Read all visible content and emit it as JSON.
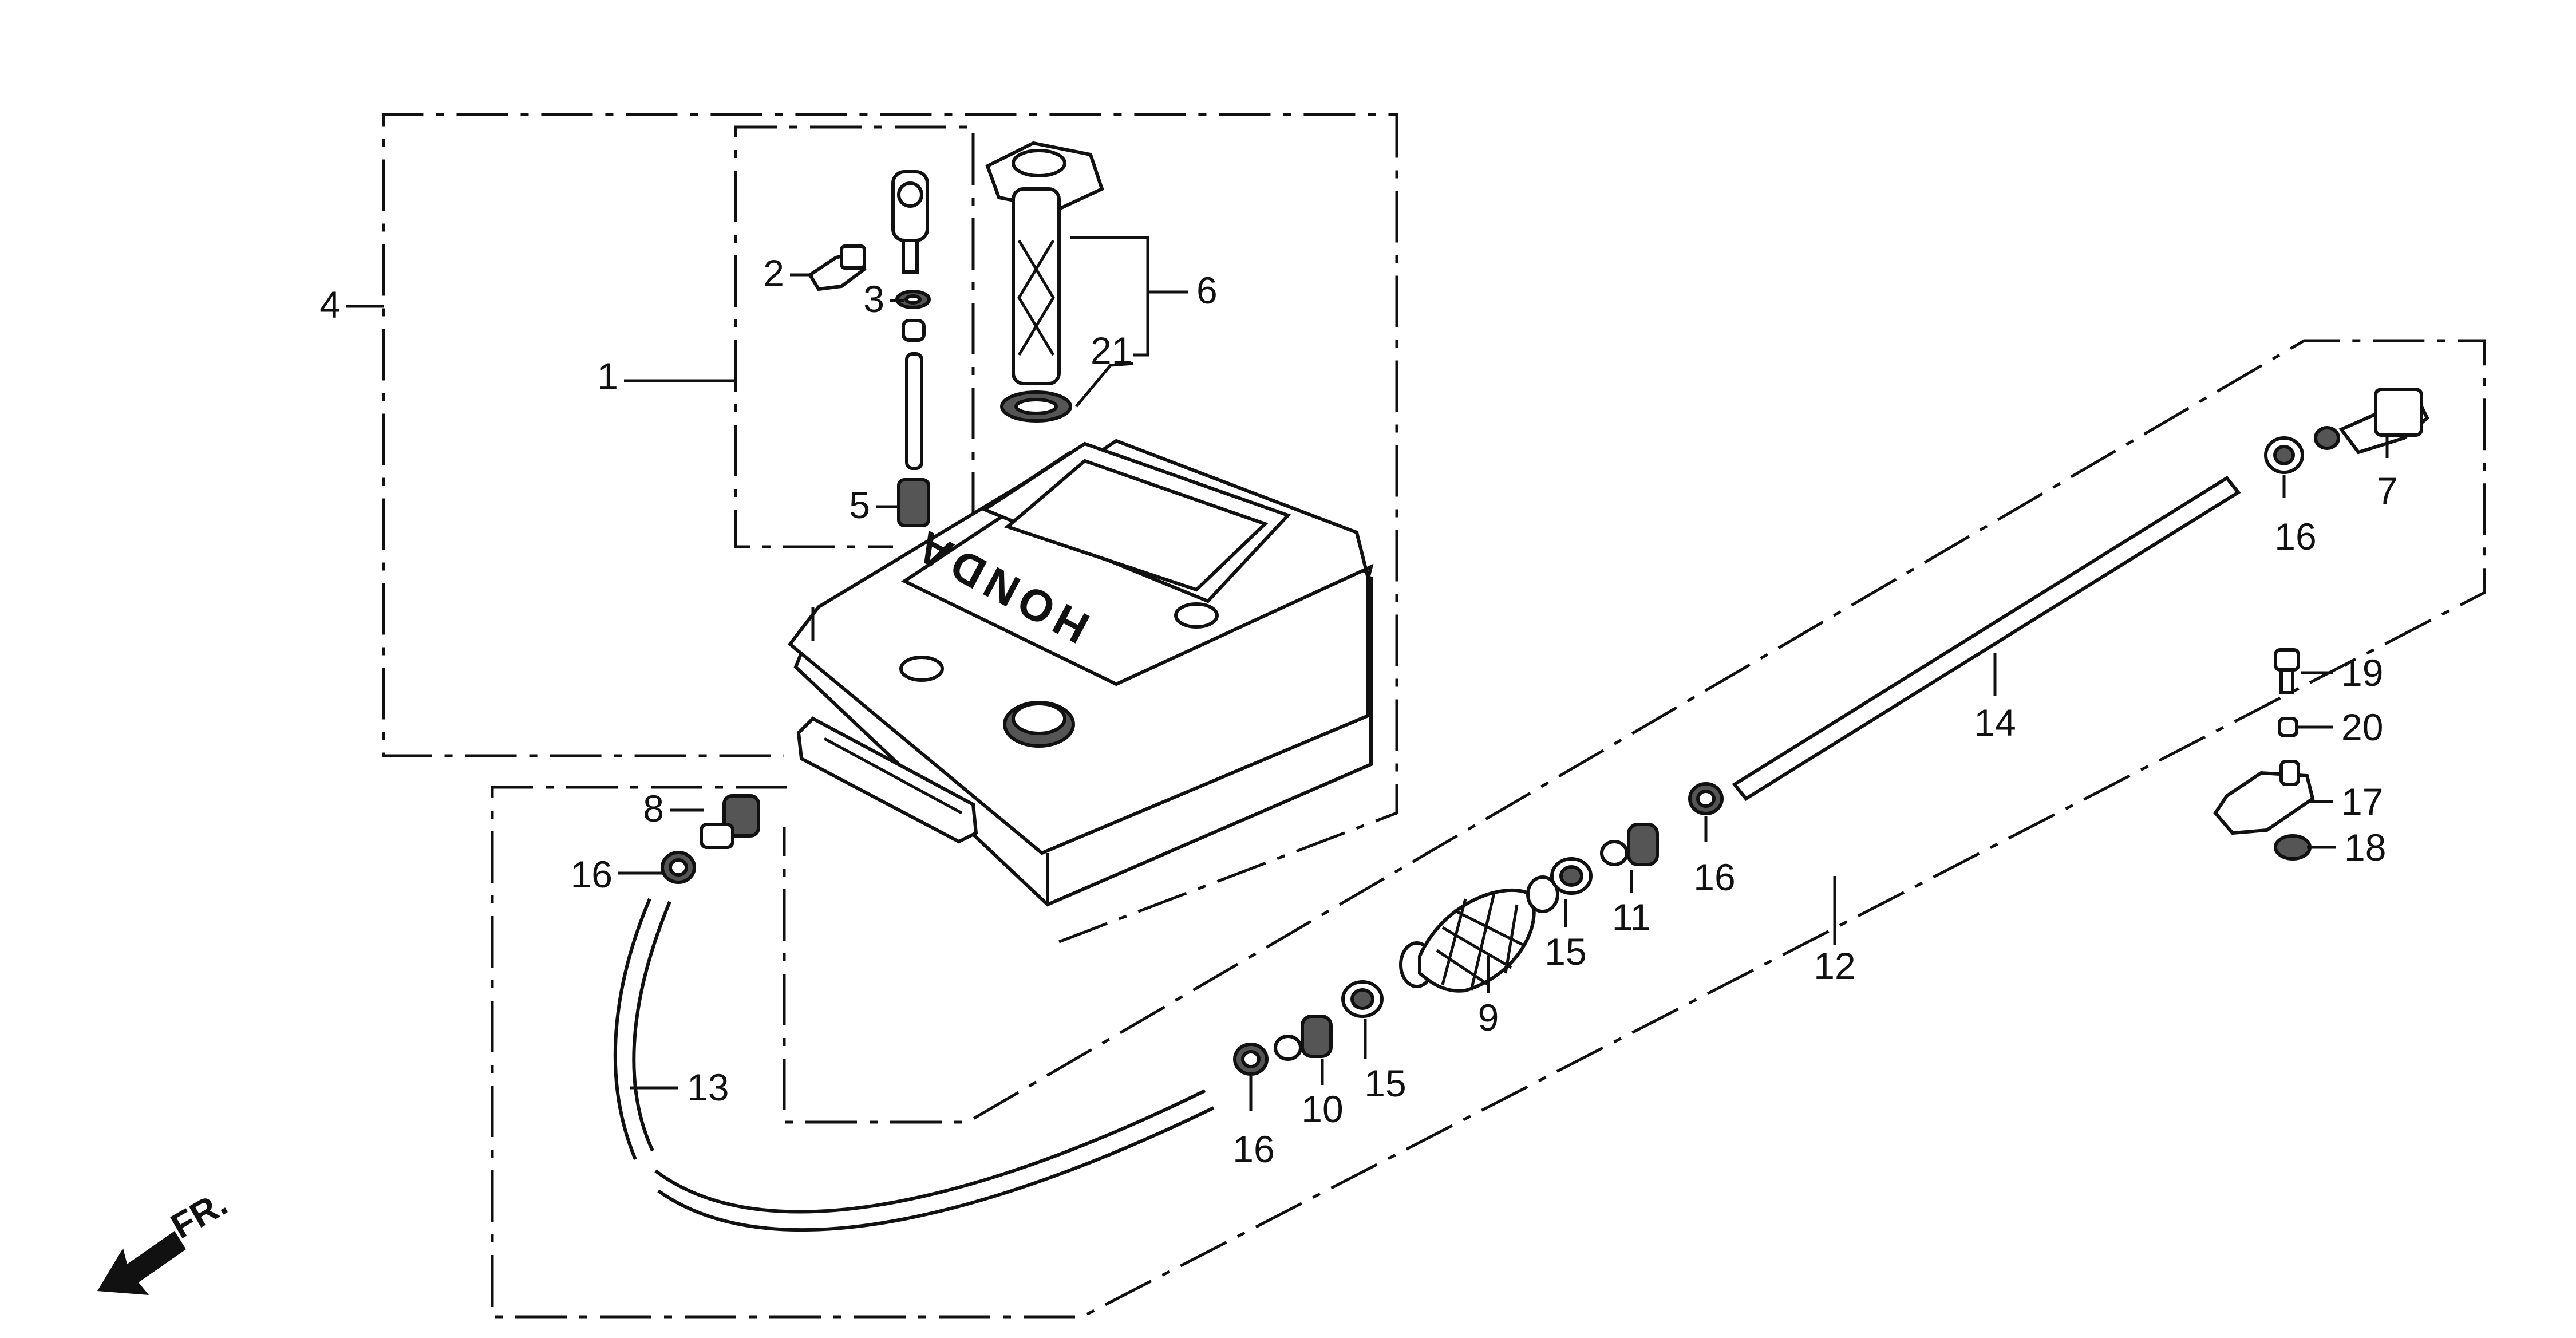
{
  "diagram": {
    "brand_text": "HONDA",
    "front_indicator": "FR.",
    "callouts": [
      {
        "id": "c1",
        "text": "1"
      },
      {
        "id": "c2",
        "text": "2"
      },
      {
        "id": "c3",
        "text": "3"
      },
      {
        "id": "c4",
        "text": "4"
      },
      {
        "id": "c5",
        "text": "5"
      },
      {
        "id": "c6",
        "text": "6"
      },
      {
        "id": "c7",
        "text": "7"
      },
      {
        "id": "c8",
        "text": "8"
      },
      {
        "id": "c9",
        "text": "9"
      },
      {
        "id": "c10",
        "text": "10"
      },
      {
        "id": "c11",
        "text": "11"
      },
      {
        "id": "c12",
        "text": "12"
      },
      {
        "id": "c13",
        "text": "13"
      },
      {
        "id": "c14",
        "text": "14"
      },
      {
        "id": "c15a",
        "text": "15"
      },
      {
        "id": "c15b",
        "text": "15"
      },
      {
        "id": "c16a",
        "text": "16"
      },
      {
        "id": "c16b",
        "text": "16"
      },
      {
        "id": "c16c",
        "text": "16"
      },
      {
        "id": "c16d",
        "text": "16"
      },
      {
        "id": "c17",
        "text": "17"
      },
      {
        "id": "c18",
        "text": "18"
      },
      {
        "id": "c19",
        "text": "19"
      },
      {
        "id": "c20",
        "text": "20"
      },
      {
        "id": "c21",
        "text": "21"
      }
    ]
  }
}
